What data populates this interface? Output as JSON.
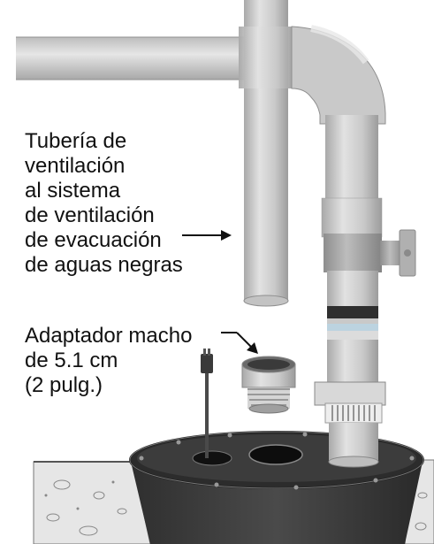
{
  "labels": {
    "vent_pipe": [
      "Tubería de",
      "ventilación",
      "al sistema",
      "de ventilación",
      "de evacuación",
      "de aguas negras"
    ],
    "male_adapter": [
      "Adaptador macho",
      "de 5.1 cm",
      "(2 pulg.)"
    ]
  },
  "colors": {
    "pipe_light": "#cfcfcf",
    "pipe_shadow": "#9a9a9a",
    "pipe_highlight": "#ececec",
    "basin_dark": "#3a3a3a",
    "basin_rim": "#5c5c5c",
    "concrete": "#e3e3e3",
    "text": "#111111"
  }
}
